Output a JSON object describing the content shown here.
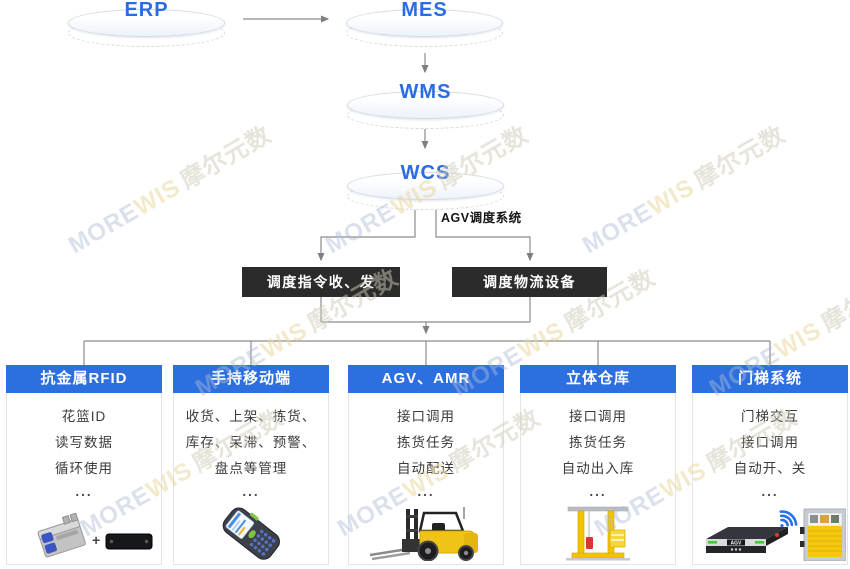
{
  "colors": {
    "accent_blue": "#2b6ce2",
    "header_blue": "#2e6fe0",
    "box_dark": "#2b2b2b",
    "line_gray": "#8c8c8c"
  },
  "watermark": {
    "part1": "MORE",
    "part2": "WIS",
    "part3": "摩尔元数"
  },
  "flow": {
    "erp": "ERP",
    "mes": "MES",
    "wms": "WMS",
    "wcs": "WCS",
    "branch_label": "AGV调度系统",
    "box_left": "调度指令收、发",
    "box_right": "调度物流设备"
  },
  "columns": [
    {
      "title": "抗金属RFID",
      "items": [
        "花篮ID",
        "读写数据",
        "循环使用",
        "..."
      ],
      "plus": "+",
      "image": "rfid-reader-and-tag"
    },
    {
      "title": "手持移动端",
      "items": [
        "收货、上架、拣货、",
        "库存、呆滞、预警、",
        "盘点等管理",
        "..."
      ],
      "image": "handheld-terminal"
    },
    {
      "title": "AGV、AMR",
      "items": [
        "接口调用",
        "拣货任务",
        "自动配送",
        "..."
      ],
      "image": "forklift"
    },
    {
      "title": "立体仓库",
      "items": [
        "接口调用",
        "拣货任务",
        "自动出入库",
        "..."
      ],
      "image": "stacker-crane"
    },
    {
      "title": "门梯系统",
      "items": [
        "门梯交互",
        "接口调用",
        "自动开、关",
        "..."
      ],
      "agv_label": "AGV",
      "image": "agv-and-roller-door"
    }
  ]
}
